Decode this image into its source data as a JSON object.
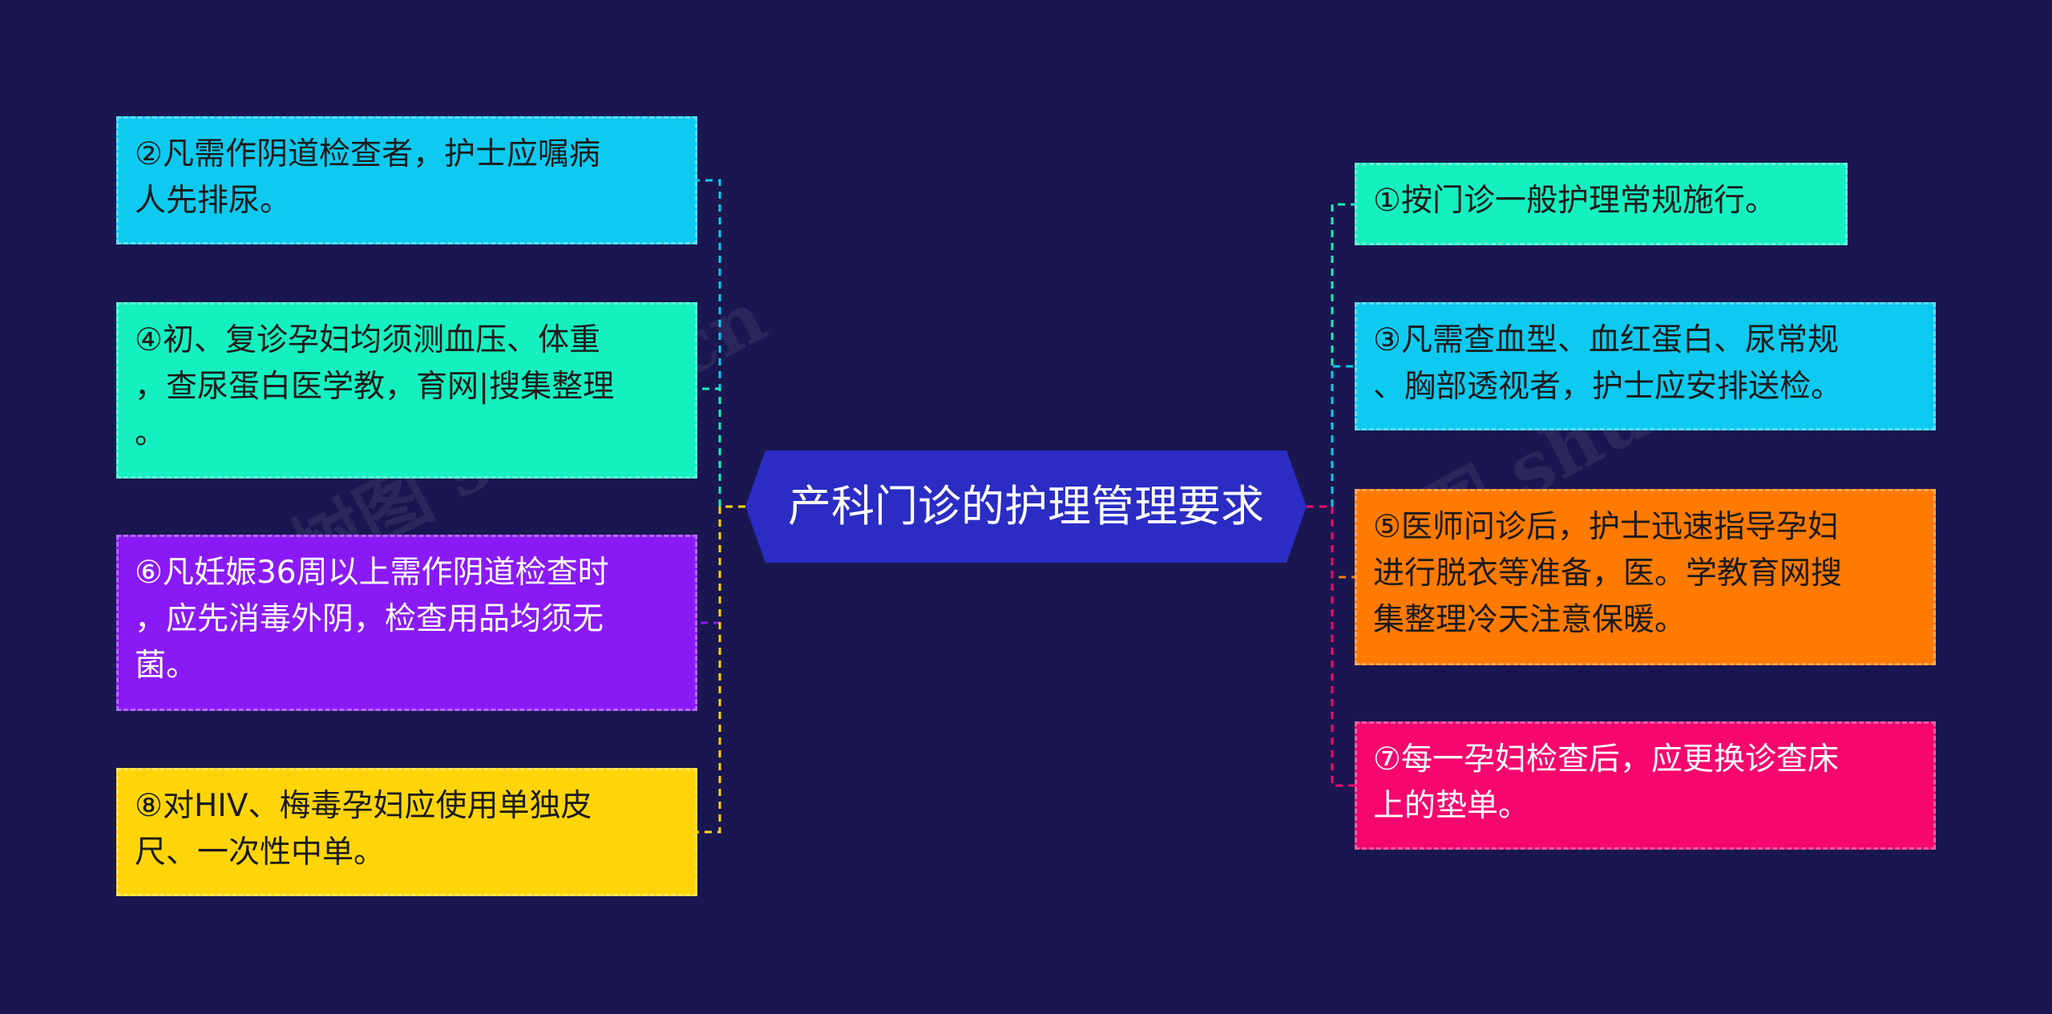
{
  "center": {
    "title": "产科门诊的护理管理要求",
    "color": "#2a2cc4"
  },
  "left_nodes": [
    {
      "id": "n2",
      "text": "②凡需作阴道检查者，护士应嘱病\n人先排尿。",
      "color": "#0ecaf0",
      "text_color": "#1b1b1b"
    },
    {
      "id": "n4",
      "text": "④初、复诊孕妇均须测血压、体重\n，查尿蛋白医学教，育网|搜集整理\n。",
      "color": "#15f0c0",
      "text_color": "#1b1b1b"
    },
    {
      "id": "n6",
      "text": "⑥凡妊娠36周以上需作阴道检查时\n，应先消毒外阴，检查用品均须无\n菌。",
      "color": "#8a1af5",
      "text_color": "#ffffff"
    },
    {
      "id": "n8",
      "text": "⑧对HIV、梅毒孕妇应使用单独皮\n尺、一次性中单。",
      "color": "#ffd50a",
      "text_color": "#1b1b1b"
    }
  ],
  "right_nodes": [
    {
      "id": "n1",
      "text": "①按门诊一般护理常规施行。",
      "color": "#15f0c0",
      "text_color": "#1b1b1b"
    },
    {
      "id": "n3",
      "text": "③凡需查血型、血红蛋白、尿常规\n、胸部透视者，护士应安排送检。",
      "color": "#0ecaf0",
      "text_color": "#1b1b1b"
    },
    {
      "id": "n5",
      "text": "⑤医师问诊后，护士迅速指导孕妇\n进行脱衣等准备，医。学教育网搜\n集整理冷天注意保暖。",
      "color": "#ff7a00",
      "text_color": "#1b1b1b"
    },
    {
      "id": "n7",
      "text": "⑦每一孕妇检查后，应更换诊查床\n上的垫单。",
      "color": "#f5076e",
      "text_color": "#ffffff"
    }
  ],
  "watermark": {
    "text": "树图 shutu.cn"
  }
}
